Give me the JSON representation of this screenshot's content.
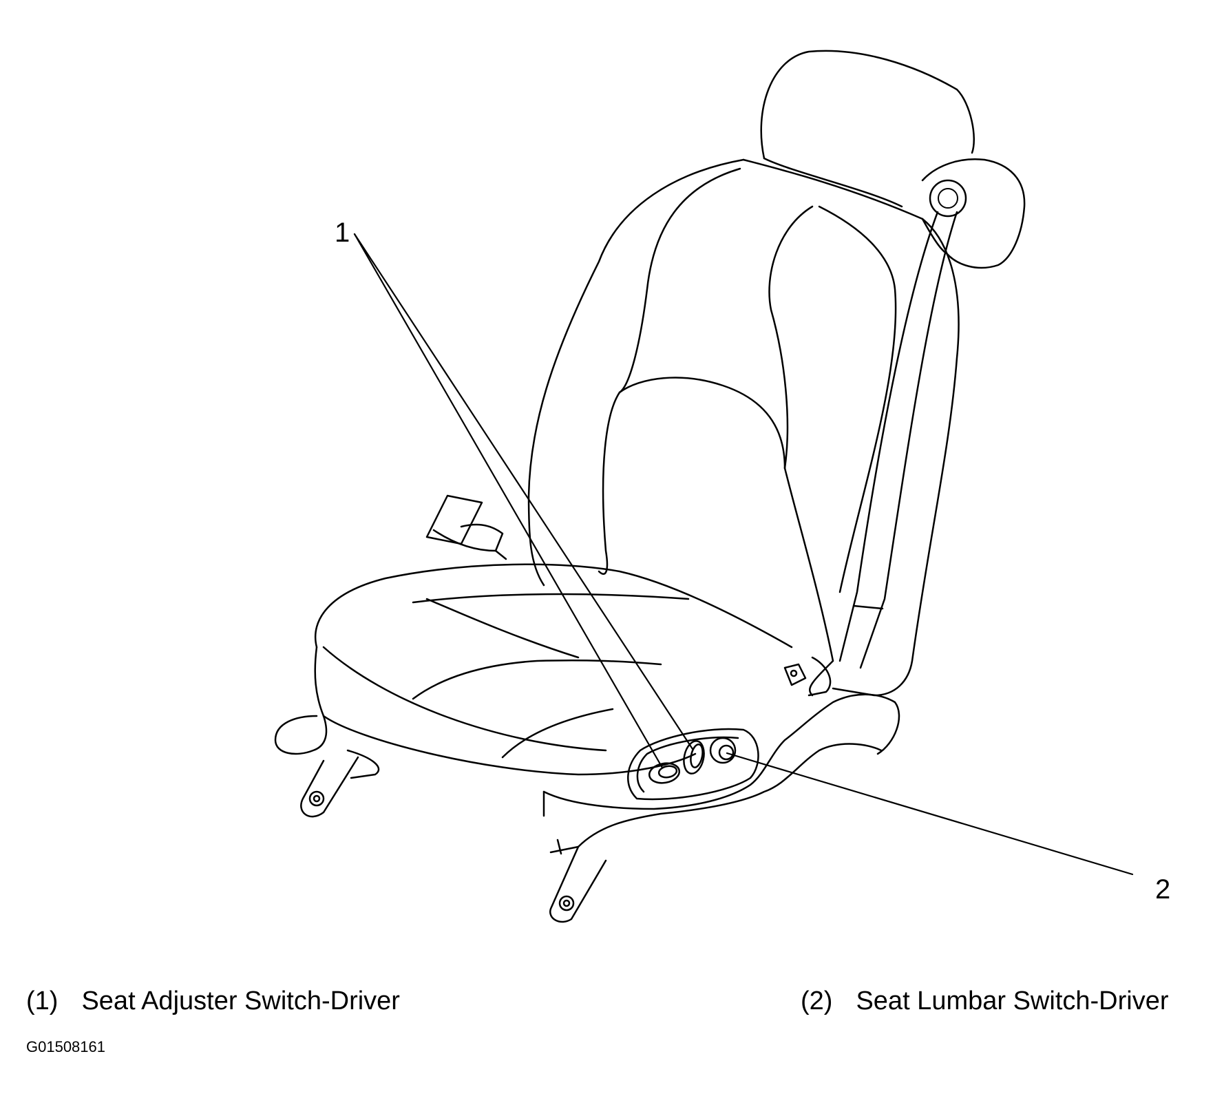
{
  "callouts": [
    {
      "id": "1",
      "label": "Seat Adjuster Switch-Driver",
      "num_text": "(1)"
    },
    {
      "id": "2",
      "label": "Seat Lumbar Switch-Driver",
      "num_text": "(2)"
    }
  ],
  "figure_id": "G01508161"
}
